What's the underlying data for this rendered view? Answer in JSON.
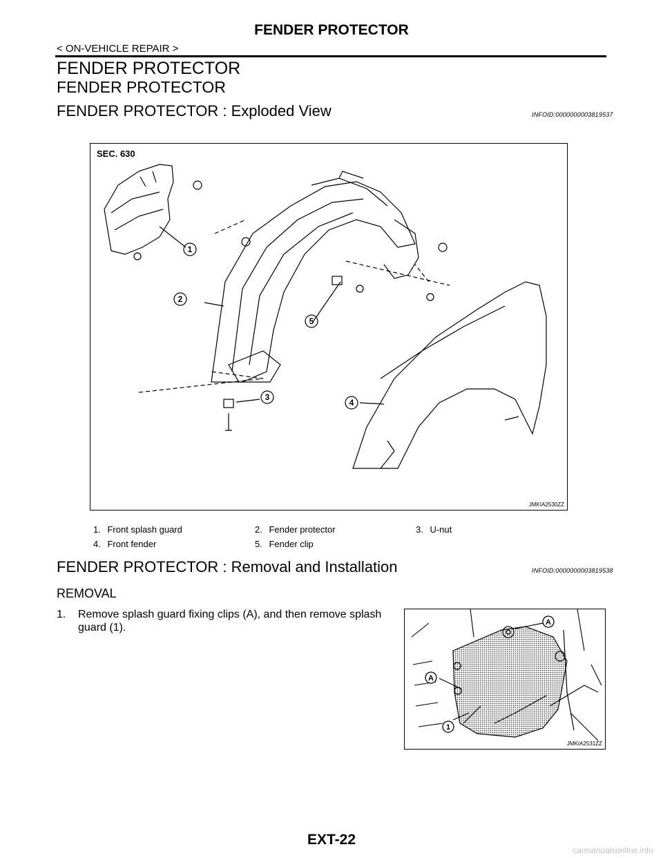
{
  "header": {
    "title": "FENDER PROTECTOR",
    "breadcrumb": "< ON-VEHICLE REPAIR >"
  },
  "headings": {
    "h1": "FENDER PROTECTOR",
    "h2": "FENDER PROTECTOR"
  },
  "section_exploded": {
    "title": "FENDER PROTECTOR : Exploded View",
    "infoid": "INFOID:0000000003819537",
    "figure": {
      "sec_label": "SEC. 630",
      "code": "JMKIA2530ZZ",
      "callouts": [
        "1",
        "2",
        "3",
        "4",
        "5"
      ]
    },
    "legend": [
      {
        "num": "1.",
        "text": "Front splash guard"
      },
      {
        "num": "2.",
        "text": "Fender protector"
      },
      {
        "num": "3.",
        "text": "U-nut"
      },
      {
        "num": "4.",
        "text": "Front fender"
      },
      {
        "num": "5.",
        "text": "Fender clip"
      }
    ]
  },
  "section_removal": {
    "title": "FENDER PROTECTOR : Removal and Installation",
    "infoid": "INFOID:0000000003819538",
    "subheading": "REMOVAL",
    "step1": {
      "num": "1.",
      "line1": "Remove splash guard fixing clips (A), and then remove splash",
      "line2": "guard (1)."
    },
    "figure": {
      "code": "JMKIA2531ZZ",
      "callouts": [
        "A",
        "A",
        "1"
      ]
    }
  },
  "footer": {
    "page_number": "EXT-22",
    "watermark": "carmanualsonline.info"
  }
}
